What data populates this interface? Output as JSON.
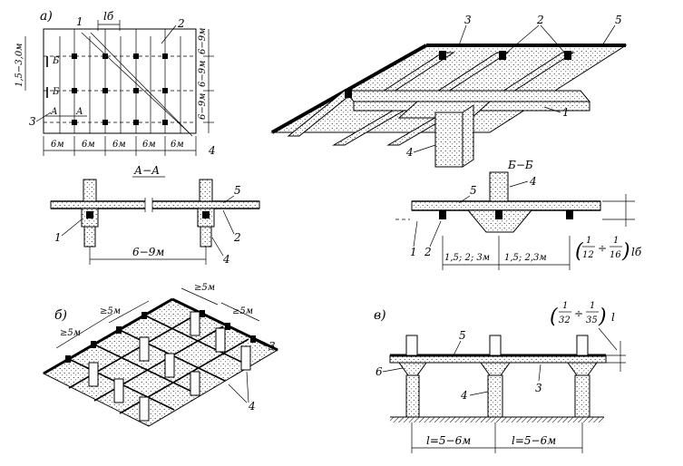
{
  "panels": {
    "a": {
      "letter": "а)"
    },
    "b": {
      "letter": "б)"
    },
    "v": {
      "letter": "в)"
    }
  },
  "plan": {
    "span_lb": "lб",
    "left_dim": "1,5−3,0м",
    "right_dims": [
      "6−9м",
      "6−9м",
      "6−9м"
    ],
    "bottom_dims": [
      "6м",
      "6м",
      "6м",
      "6м",
      "6м"
    ],
    "section_marks": [
      "Б",
      "Б",
      "А",
      "А"
    ],
    "callouts": [
      "1",
      "2",
      "3",
      "4"
    ]
  },
  "section_aa": {
    "title": "А−А",
    "span": "6−9м",
    "callouts": [
      "5",
      "1",
      "2",
      "4"
    ]
  },
  "section_bb": {
    "title": "Б−Б",
    "spacings": [
      "1,5; 2; 3м",
      "1,5; 2,3м"
    ],
    "ratio_open": "(",
    "ratio_num1": "1",
    "ratio_den1": "12",
    "ratio_div": "÷",
    "ratio_num2": "1",
    "ratio_den2": "16",
    "ratio_close": ")",
    "ratio_var": "lб",
    "callouts": [
      "5",
      "4",
      "1",
      "2"
    ]
  },
  "iso_top": {
    "callouts": [
      "3",
      "2",
      "5",
      "1",
      "4"
    ]
  },
  "waffle": {
    "dims": [
      "≥5м",
      "≥5м",
      "≥5м",
      "≥5м"
    ],
    "callouts": [
      "3",
      "4"
    ]
  },
  "flat_slab": {
    "ratio_open": "(",
    "ratio_num1": "1",
    "ratio_den1": "32",
    "ratio_div": "÷",
    "ratio_num2": "1",
    "ratio_den2": "35",
    "ratio_close": ")",
    "ratio_var": "l",
    "spans": [
      "l=5−6м",
      "l=5−6м"
    ],
    "callouts": [
      "5",
      "6",
      "4",
      "3"
    ]
  }
}
